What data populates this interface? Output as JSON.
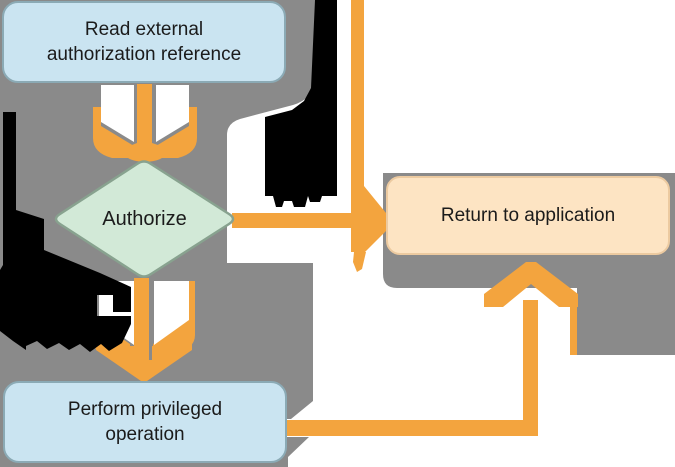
{
  "diagram": {
    "type": "flowchart",
    "nodes": {
      "read": {
        "line1": "Read external",
        "line2": "authorization reference"
      },
      "authorize": {
        "label": "Authorize"
      },
      "return_to_app": {
        "label": "Return to application"
      },
      "perform": {
        "line1": "Perform privileged",
        "line2": "operation"
      }
    },
    "edges": [
      {
        "from": "top-edge",
        "to": "return_to_app"
      },
      {
        "from": "read",
        "to": "authorize"
      },
      {
        "from": "authorize",
        "to": "return_to_app"
      },
      {
        "from": "authorize",
        "to": "perform"
      },
      {
        "from": "perform",
        "to": "return_to_app"
      }
    ],
    "artifacts": [
      {
        "name": "black-label-blob-left"
      },
      {
        "name": "black-label-blob-middle"
      }
    ],
    "colors": {
      "background": "#ffffff",
      "gray": "#8a8a8a",
      "orange": "#f3a43e",
      "black_artifact": "#000000",
      "process_fill": "#cae4f1",
      "process_border": "#8baab5",
      "decision_fill": "#d2e9d7",
      "decision_border": "#88a28f",
      "terminal_fill": "#fde4c3",
      "terminal_border": "#eccaa0",
      "text": "#1b1b1b"
    }
  }
}
